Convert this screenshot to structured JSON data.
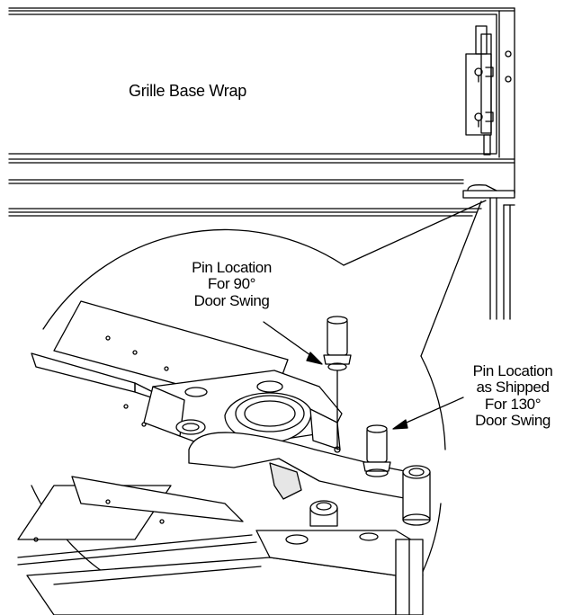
{
  "labels": {
    "grille_base_wrap": "Grille Base Wrap",
    "pin_90_lines": [
      "Pin Location",
      "For 90°",
      "Door Swing"
    ],
    "pin_130_lines": [
      "Pin Location",
      "as Shipped",
      "For 130°",
      "Door Swing"
    ]
  },
  "colors": {
    "line": "#000000",
    "fill": "#ffffff",
    "shade": "#e6e6e6"
  }
}
